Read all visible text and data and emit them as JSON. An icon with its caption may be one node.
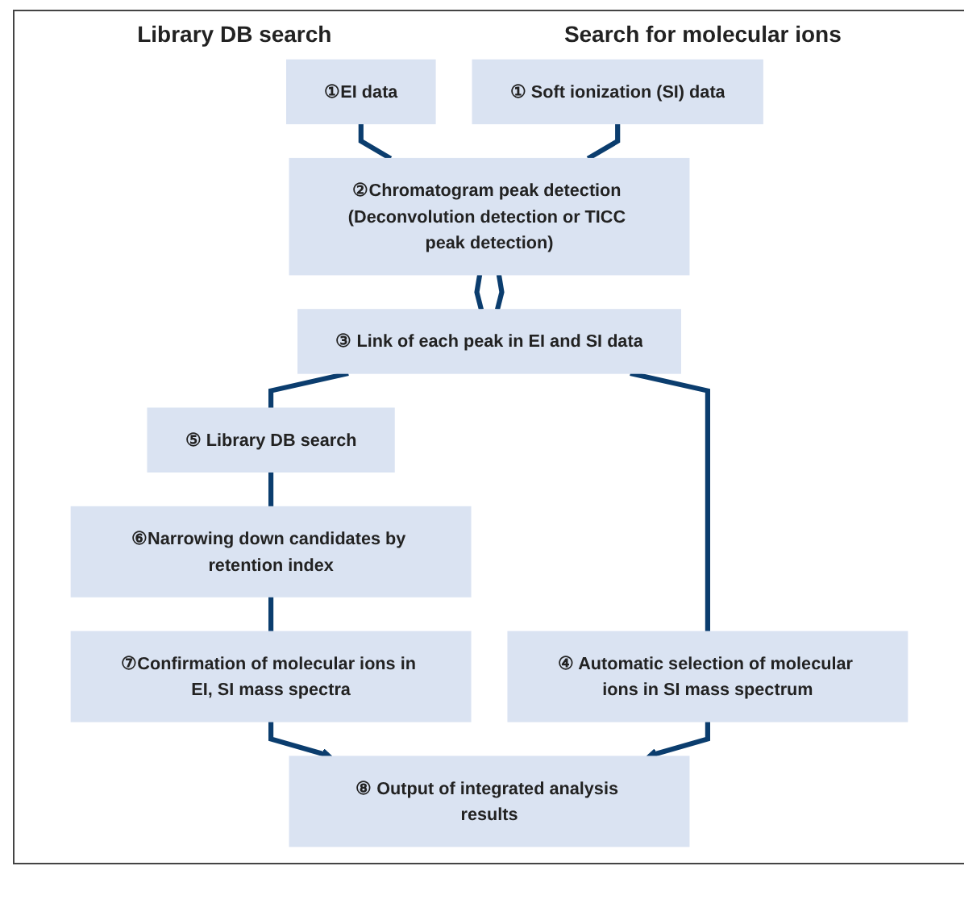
{
  "diagram": {
    "nodes": [
      {
        "text": [
          "①EI data"
        ]
      },
      {
        "text": [
          "① Soft ionization (SI) data"
        ]
      },
      {
        "text": [
          "②Chromatogram peak detection (Deconvolution detection or TICC peak detection)"
        ]
      },
      {
        "text": [
          "③ Link of each peak in EI and SI data"
        ]
      },
      {
        "text": [
          "⑤ Library DB search"
        ]
      },
      {
        "text": [
          "④ Automatic selection of molecular ions in SI mass spectrum"
        ]
      },
      {
        "text": [
          "⑥Narrowing down candidates by retention index"
        ]
      },
      {
        "text": [
          "⑦Confirmation of molecular ions in EI, SI mass spectra"
        ]
      },
      {
        "text": [
          "⑧ Output of integrated analysis results"
        ]
      }
    ],
    "edges": [
      {
        "from": 0,
        "to": 2,
        "arrow": "none"
      },
      {
        "from": 1,
        "to": 2,
        "arrow": "none"
      },
      {
        "from": 2,
        "to": 3,
        "arrow": "none"
      },
      {
        "from": 2,
        "to": 3,
        "arrow": "none"
      },
      {
        "from": 3,
        "to": 4,
        "arrow": "none"
      },
      {
        "from": 3,
        "to": 5,
        "arrow": "none"
      },
      {
        "from": 4,
        "to": 6,
        "arrow": "none"
      },
      {
        "from": 6,
        "to": 7,
        "arrow": "none"
      },
      {
        "from": 7,
        "to": 8,
        "arrow": "to"
      },
      {
        "from": 5,
        "to": 8,
        "arrow": "to"
      }
    ],
    "labels": [
      "Library DB search",
      "Search for molecular ions"
    ]
  }
}
